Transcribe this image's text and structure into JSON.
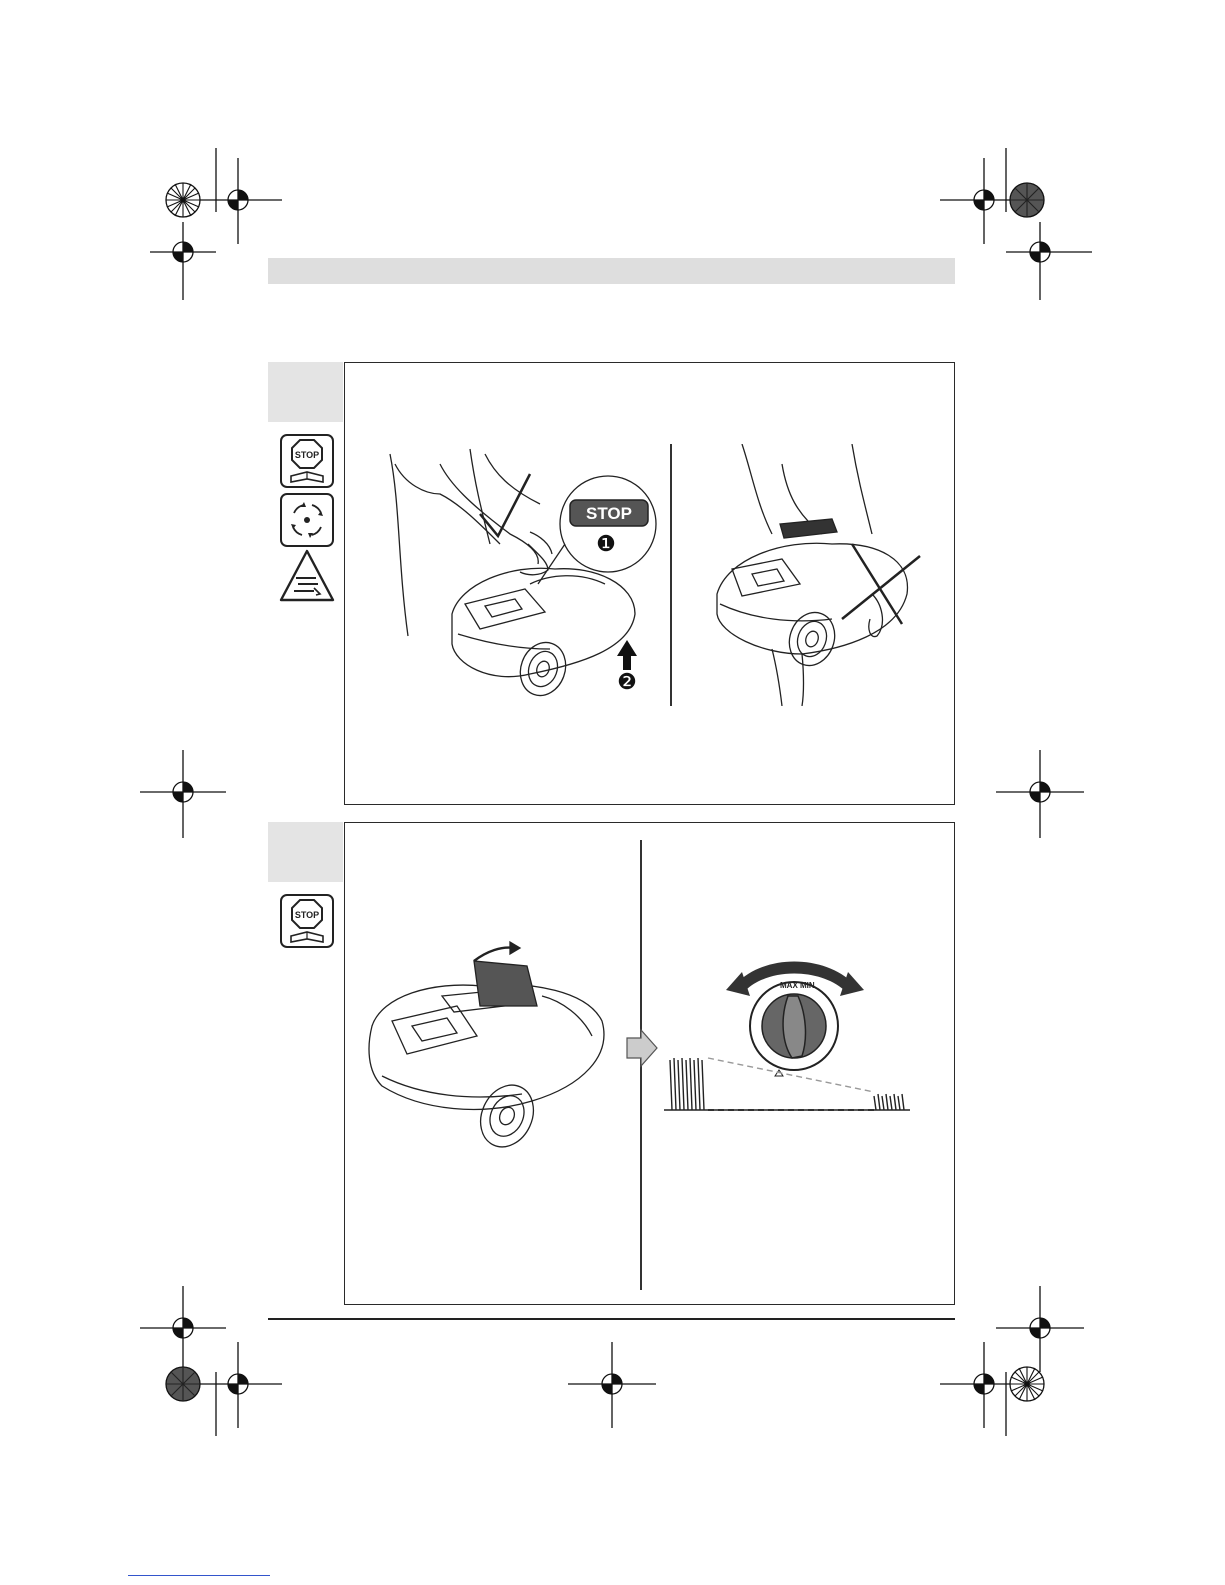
{
  "document": {
    "section_1": {
      "stop_button_label": "STOP",
      "step_1": "❶",
      "step_2": "❷",
      "icons": [
        "stop-manual-icon",
        "rotating-blade-icon",
        "hand-injury-warning-icon"
      ]
    },
    "section_2": {
      "icons": [
        "stop-manual-icon"
      ],
      "dial_labels": {
        "max": "MAX",
        "min": "MIN"
      }
    }
  },
  "colors": {
    "header_bar": "#dedede",
    "tab": "#e4e4e4",
    "stop_button": "#555555",
    "line": "#222222"
  }
}
